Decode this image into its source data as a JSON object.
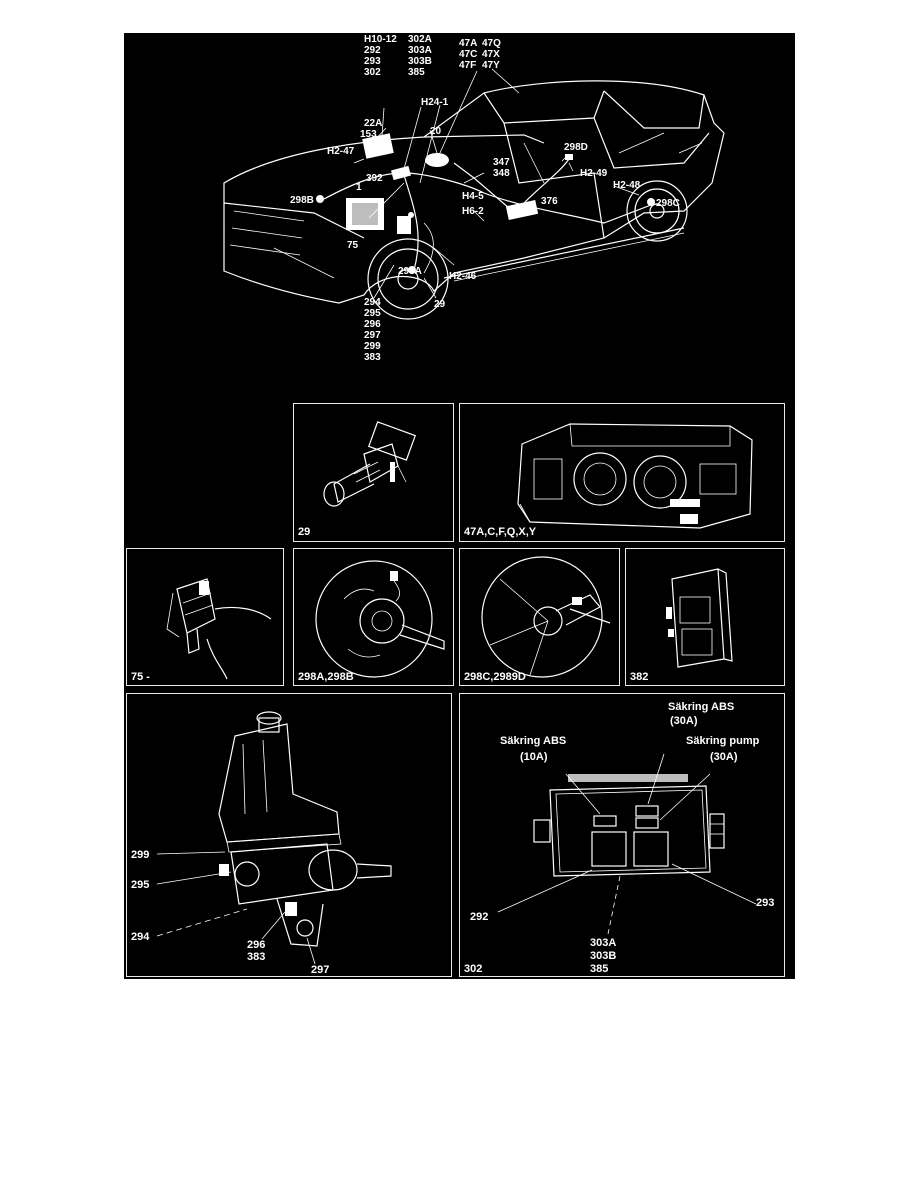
{
  "main_view": {
    "groups": {
      "top_left": [
        "H10-12",
        "292",
        "293",
        "302"
      ],
      "top_mid": [
        "302A",
        "303A",
        "303B",
        "385"
      ],
      "top_right_a": [
        "47A",
        "47C",
        "47F"
      ],
      "top_right_b": [
        "47Q",
        "47X",
        "47Y"
      ],
      "bottom": [
        "294",
        "295",
        "296",
        "297",
        "299",
        "383"
      ]
    },
    "labels": {
      "h24_1": "H24-1",
      "l22a": "22A",
      "l153": "153",
      "l20": "20",
      "h2_47": "H2-47",
      "l392": "392",
      "l347": "347",
      "l348": "348",
      "l298d": "298D",
      "h2_49": "H2-49",
      "l298b": "298B",
      "l1": "1",
      "h4_5": "H4-5",
      "h6_2": "H6-2",
      "l376": "376",
      "h2_48": "H2-48",
      "l298c": "298C",
      "l75": "75",
      "l298a": "298A",
      "h2_46": "H2-46",
      "l29": "29"
    }
  },
  "panels": {
    "p29": {
      "caption": "29"
    },
    "p47": {
      "caption": "47A,C,F,Q,X,Y"
    },
    "p75": {
      "caption": "75 -"
    },
    "p298ab": {
      "caption": "298A,298B"
    },
    "p298cd": {
      "caption": "298C,2989D"
    },
    "p382": {
      "caption": "382"
    },
    "pump": {
      "labels": {
        "l299": "299",
        "l295": "295",
        "l294": "294",
        "l296": "296",
        "l383": "383",
        "l297": "297"
      }
    },
    "fuse": {
      "caption": "302",
      "fuse_abs_30_name": "Säkring ABS",
      "fuse_abs_30_rating": "(30A)",
      "fuse_abs_10_name": "Säkring ABS",
      "fuse_abs_10_rating": "(10A)",
      "fuse_pump_name": "Säkring pump",
      "fuse_pump_rating": "(30A)",
      "l292": "292",
      "l293": "293",
      "bottom_labels": [
        "303A",
        "303B",
        "385"
      ]
    }
  }
}
